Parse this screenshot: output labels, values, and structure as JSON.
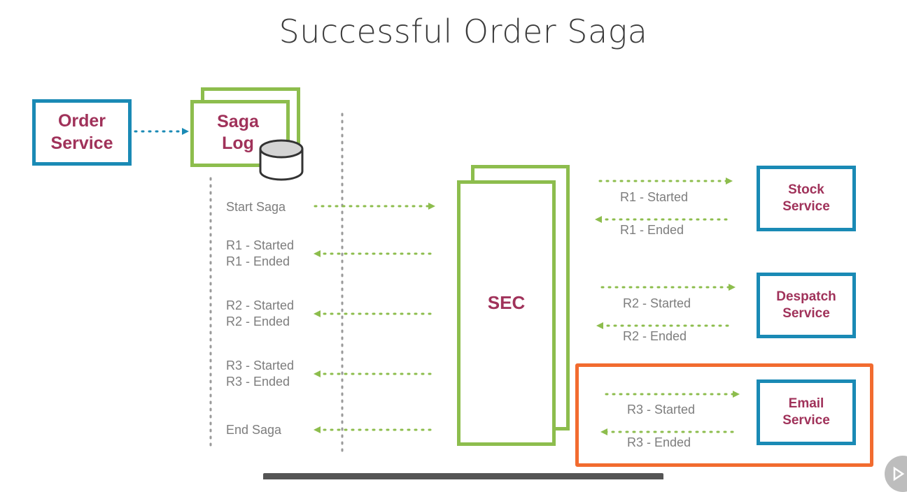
{
  "title": "Successful Order Saga",
  "order_service": "Order\nService",
  "saga_log": "Saga\nLog",
  "sec": "SEC",
  "log_entries": {
    "start": "Start Saga",
    "r1": "R1 - Started\nR1 - Ended",
    "r2": "R2 - Started\nR2 - Ended",
    "r3": "R3 - Started\nR3 - Ended",
    "end": "End Saga"
  },
  "services": [
    {
      "name": "Stock\nService",
      "started": "R1 - Started",
      "ended": "R1 - Ended"
    },
    {
      "name": "Despatch\nService",
      "started": "R2 - Started",
      "ended": "R2 - Ended"
    },
    {
      "name": "Email\nService",
      "started": "R3 - Started",
      "ended": "R3 - Ended"
    }
  ],
  "colors": {
    "service_border": "#1a8ab5",
    "saga_border": "#8dbd4d",
    "highlight": "#f26b2f",
    "label_text": "#a0325a",
    "arrow_green": "#8dbd4d",
    "arrow_blue": "#1a8ab5"
  },
  "icons": {
    "database": "database-icon",
    "play": "play-icon"
  }
}
